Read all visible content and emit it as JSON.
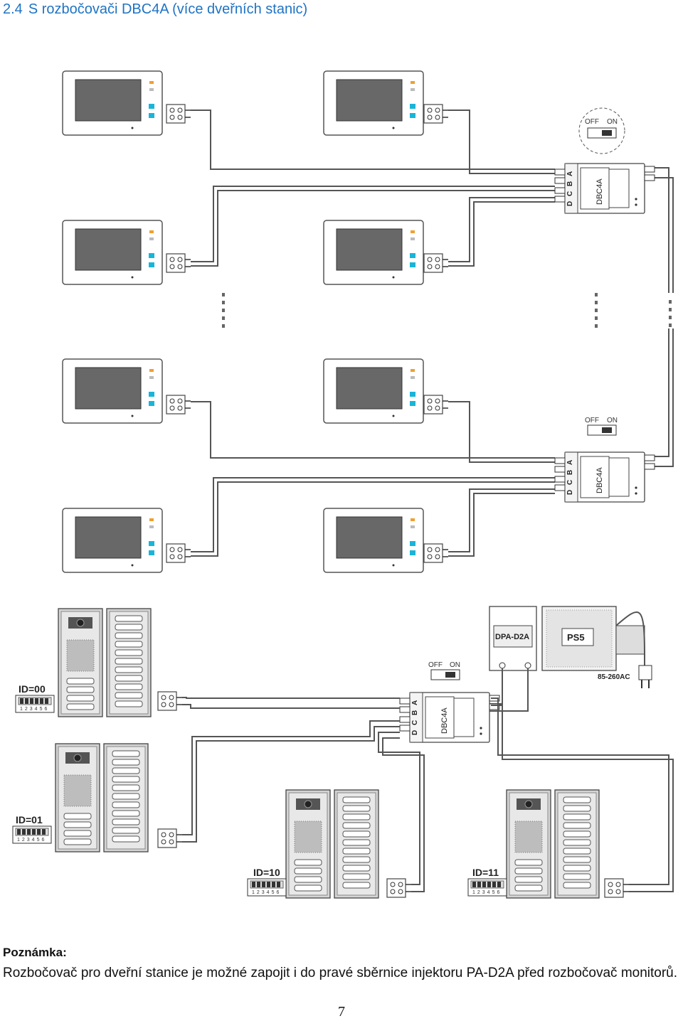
{
  "heading": {
    "number": "2.4",
    "title": "S rozbočovači DBC4A (více dveřních stanic)"
  },
  "switch_labels": {
    "off": "OFF",
    "on": "ON"
  },
  "bus_letters": [
    "A",
    "B",
    "C",
    "D"
  ],
  "splitter_label": "DBC4A",
  "injector_label": "DPA-D2A",
  "psu_label": "PS5",
  "psu_voltage": "85-260AC",
  "door_station_ids": [
    "ID=00",
    "ID=01",
    "ID=10",
    "ID=11"
  ],
  "dip_numbers": "123456",
  "note": {
    "title": "Poznámka:",
    "text": "Rozbočovač pro dveřní stanice je možné zapojit i do pravé sběrnice injektoru PA-D2A před rozbočovač monitorů."
  },
  "page_number": "7",
  "colors": {
    "heading": "#1f73c4",
    "line": "#555555",
    "screen": "#6a6a6a",
    "accent_blue": "#19b5d8",
    "accent_orange": "#f0a030",
    "panel": "#c9c9c9"
  }
}
